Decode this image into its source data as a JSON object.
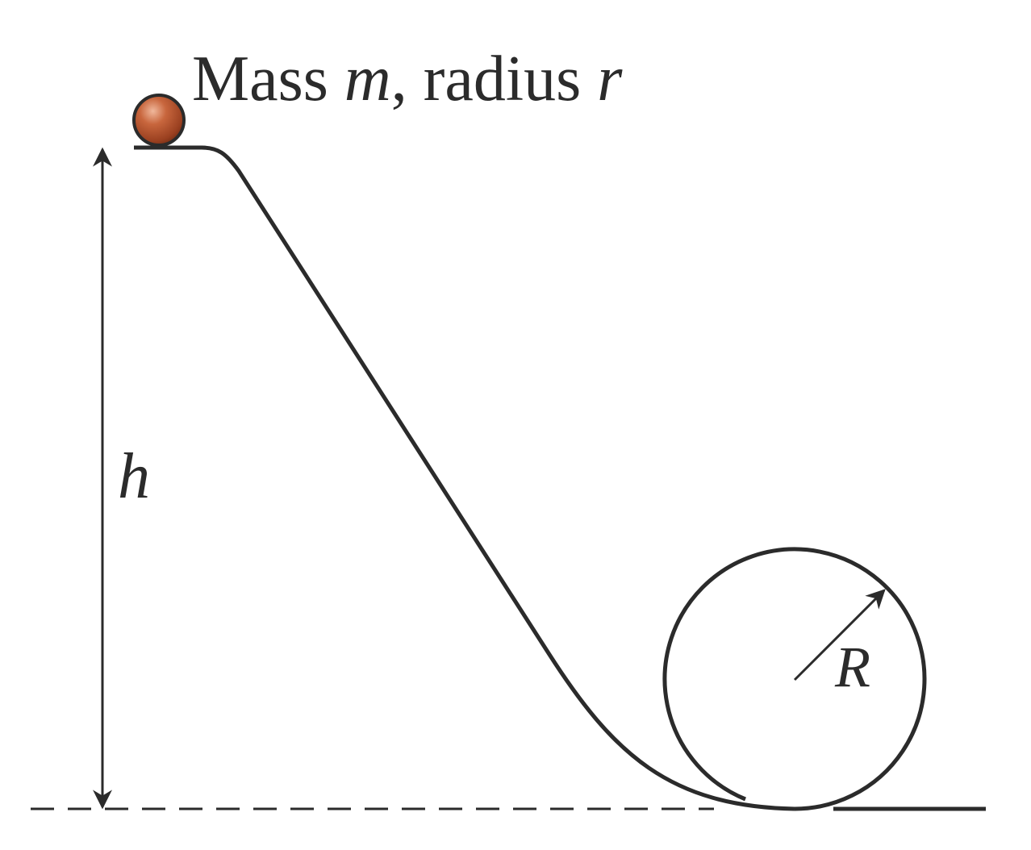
{
  "title": {
    "mass_prefix": "Mass ",
    "mass_symbol": "m",
    "separator": ", radius ",
    "radius_symbol": "r"
  },
  "height_label": "h",
  "loop_radius_label": "R",
  "colors": {
    "ink": "#2b2b2b",
    "ball_light": "#e39a78",
    "ball_mid": "#b5532d",
    "ball_dark": "#6e2a12",
    "background": "#ffffff"
  }
}
